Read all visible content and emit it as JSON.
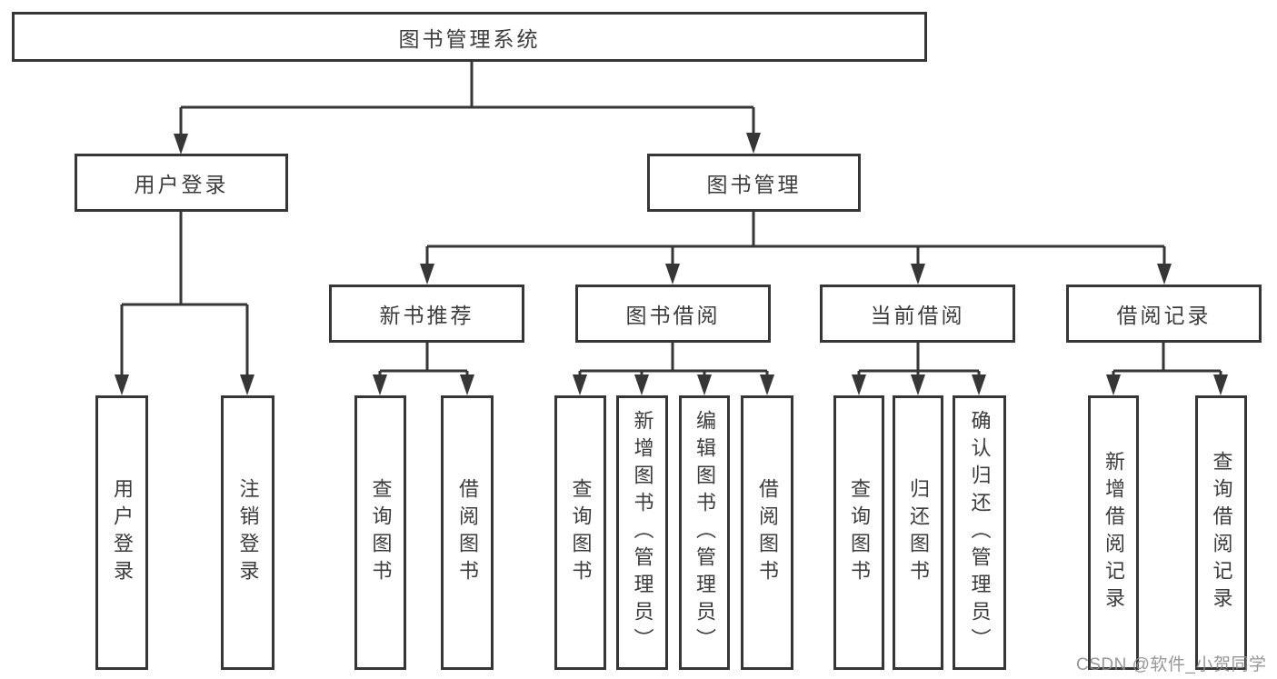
{
  "diagram_title": "图书管理系统",
  "colors": {
    "line": "#363636",
    "box_border": "#363636",
    "text": "#3c3c3c",
    "background": "#ffffff",
    "watermark": "#8c8c8c"
  },
  "root": {
    "label": "图书管理系统"
  },
  "level2": {
    "user_login": {
      "label": "用户登录",
      "children": {
        "login": "用户登录",
        "logout": "注销登录"
      }
    },
    "book_management": {
      "label": "图书管理",
      "children": {
        "new_book_recommend": {
          "label": "新书推荐",
          "children": {
            "search_book": "查询图书",
            "borrow_book": "借阅图书"
          }
        },
        "book_borrow": {
          "label": "图书借阅",
          "children": {
            "search_book": "查询图书",
            "add_book": "新增图书（管理员）",
            "edit_book": "编辑图书（管理员）",
            "borrow_book": "借阅图书"
          }
        },
        "current_borrow": {
          "label": "当前借阅",
          "children": {
            "search_book": "查询图书",
            "return_book": "归还图书",
            "confirm_return": "确认归还（管理员）"
          }
        },
        "borrow_record": {
          "label": "借阅记录",
          "children": {
            "add_record": "新增借阅记录",
            "search_record": "查询借阅记录"
          }
        }
      }
    }
  },
  "watermark": {
    "text": "CSDN @软件_小贺同学"
  }
}
